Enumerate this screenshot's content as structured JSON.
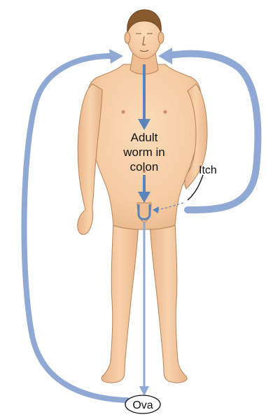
{
  "labels": {
    "adult_line1": "Adult",
    "adult_line2": "worm in",
    "adult_line3": "colon",
    "itch": "Itch",
    "ova": "Ova"
  },
  "colors": {
    "skin": "#f4c9a0",
    "skin_shadow": "#e3ab7f",
    "skin_outline": "#b98258",
    "hair": "#8a5a2f",
    "arrow_blue": "#8fa9d4",
    "arrow_dark": "#5b84bb",
    "text": "#111111"
  }
}
